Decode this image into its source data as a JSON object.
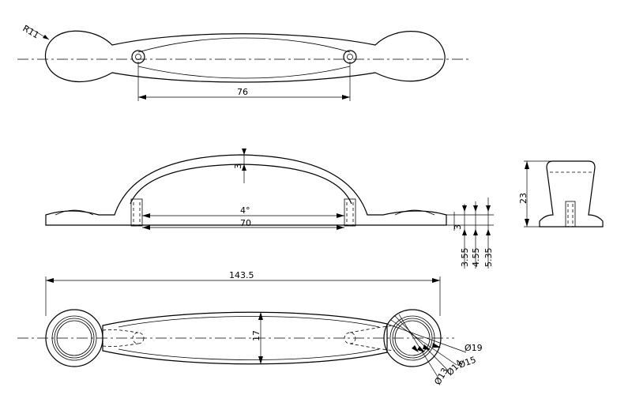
{
  "dimensions": {
    "radius": "R11",
    "hole_spacing": "76",
    "arch_thickness": "3",
    "angle": "4°",
    "inner_length": "70",
    "plate_thickness": "3",
    "d_355": "3.55",
    "d_455": "4.55",
    "d_535": "5.35",
    "height": "23",
    "overall_length": "143.5",
    "width": "17",
    "dia_19": "Ø19",
    "dia_15": "Ø15",
    "dia_14": "Ø14",
    "dia_13": "Ø13"
  }
}
